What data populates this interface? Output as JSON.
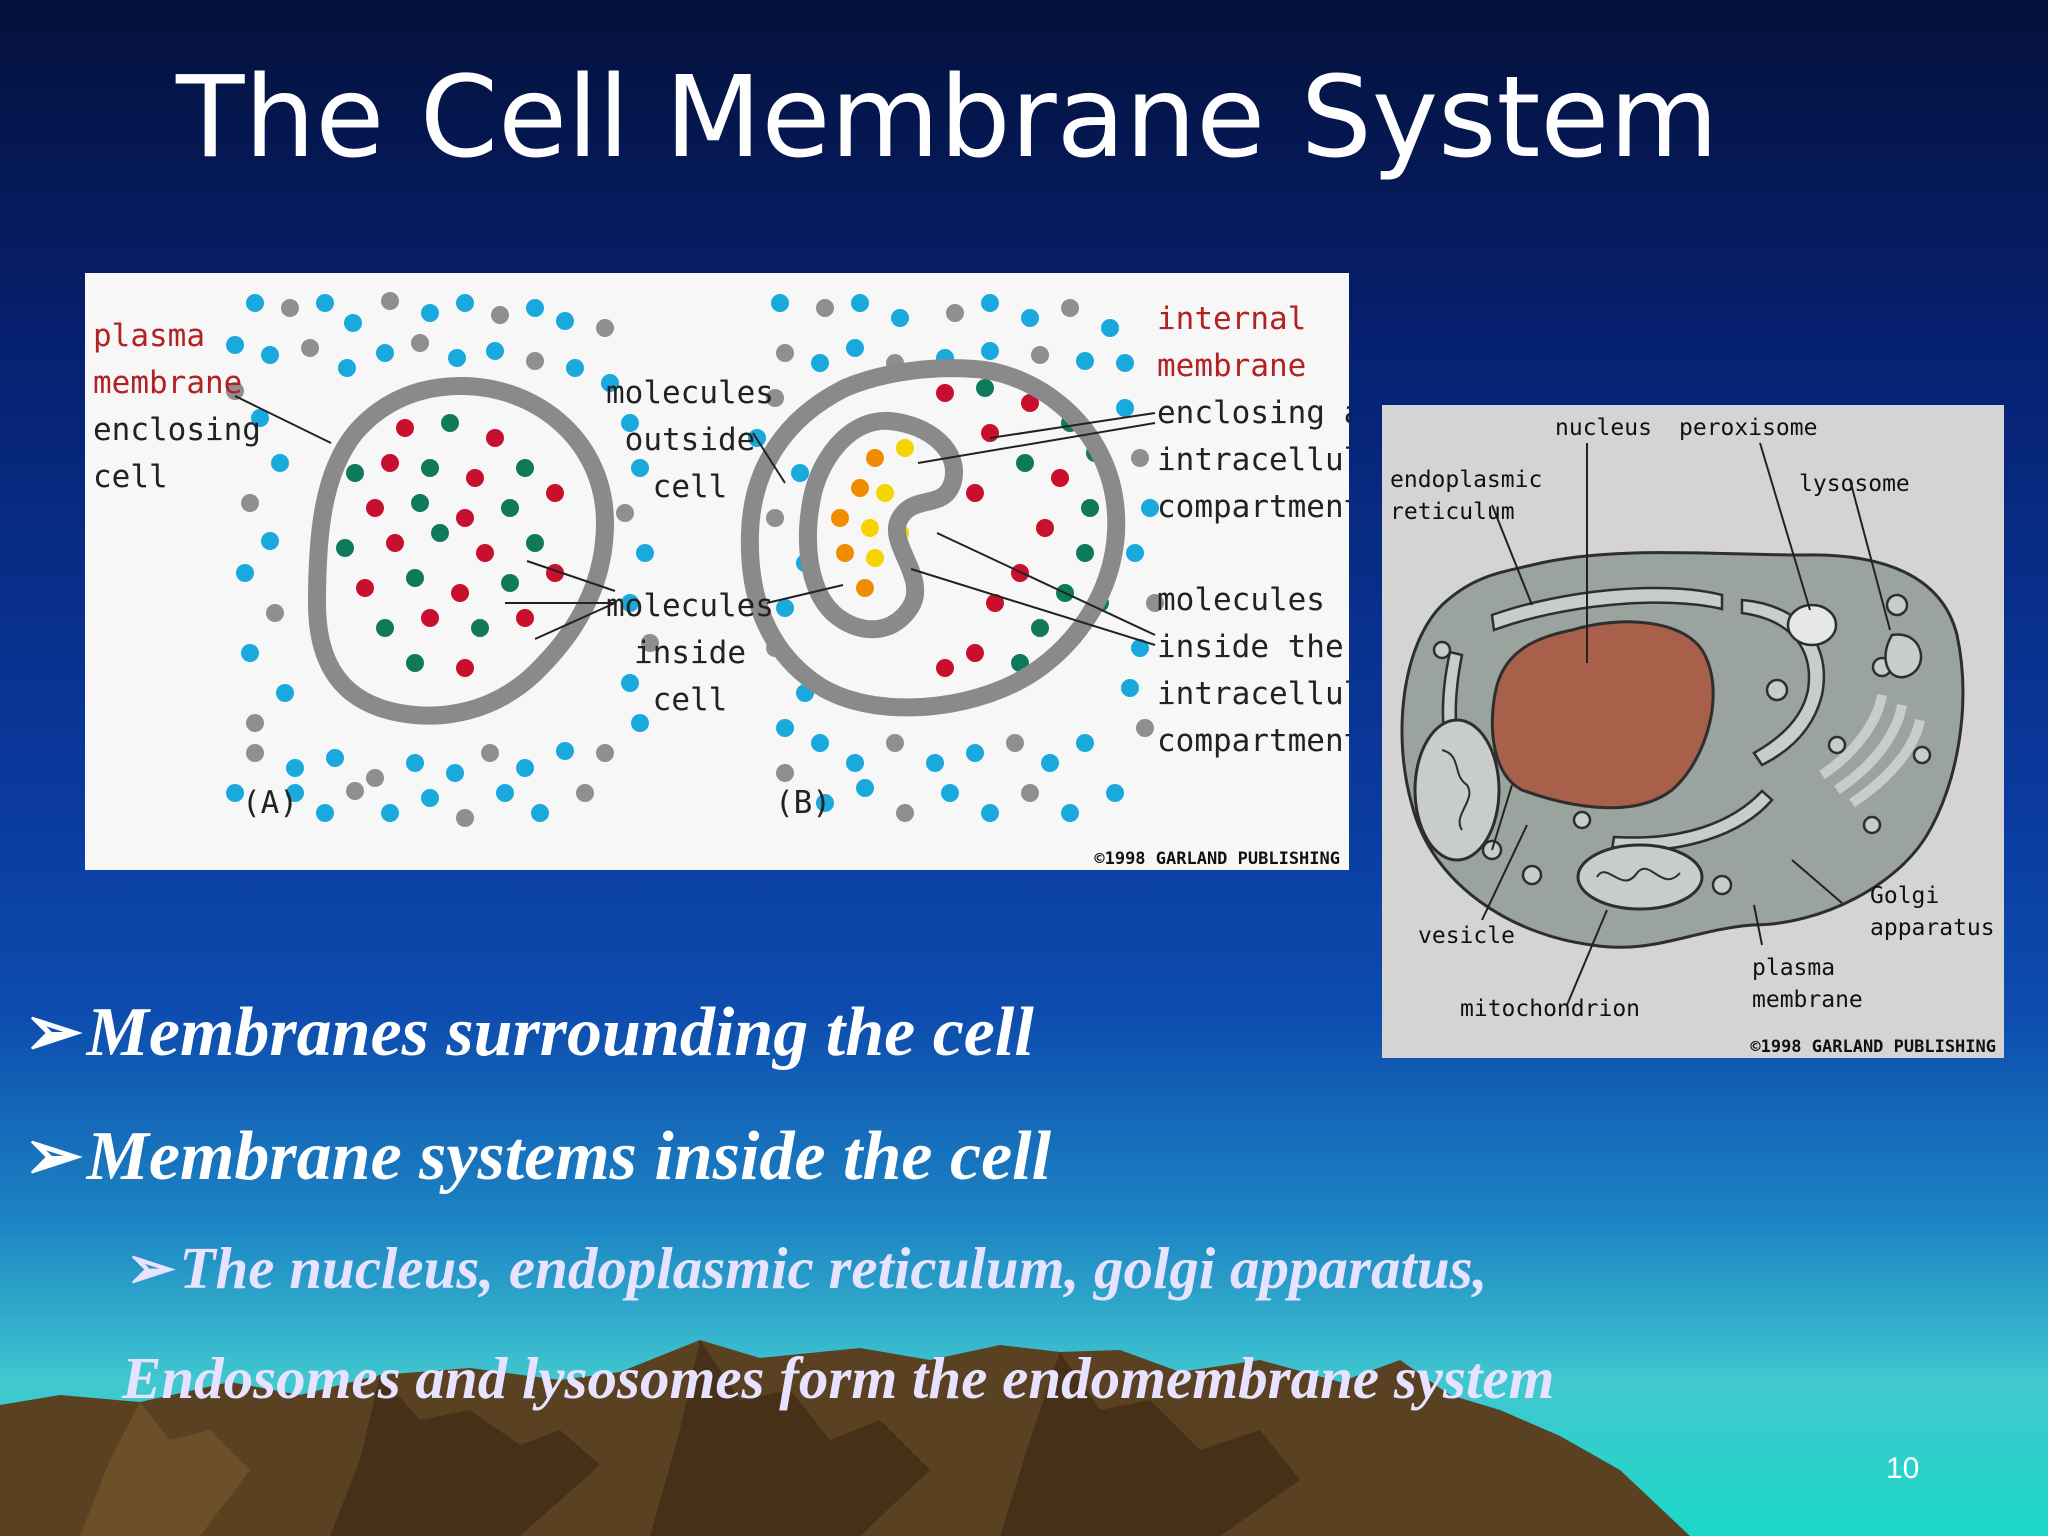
{
  "slide": {
    "title": "The Cell Membrane System",
    "page_number": "10",
    "colors": {
      "title": "#ffffff",
      "bullet": "#ffffff",
      "sub_bullet": "#e6e2ff",
      "label_red": "#b22222"
    }
  },
  "figure_a": {
    "panel_a_letter": "(A)",
    "panel_b_letter": "(B)",
    "plasma_label_red": [
      "plasma",
      "membrane"
    ],
    "plasma_label_black": [
      "enclosing",
      "cell"
    ],
    "outside_label": [
      "molecules",
      "outside",
      "cell"
    ],
    "inside_label": [
      "molecules",
      "inside",
      "cell"
    ],
    "internal_label_red": [
      "internal",
      "membrane"
    ],
    "internal_label_black": [
      "enclosing an",
      "intracellular",
      "compartment"
    ],
    "compartment_label": [
      "molecules",
      "inside the",
      "intracellular",
      "compartment"
    ],
    "copyright": "©1998 GARLAND PUBLISHING",
    "molecule_colors": {
      "outside_blue": "#19a9dc",
      "outside_gray": "#8f8f8f",
      "inside_red": "#c8102e",
      "inside_green": "#0f7a5a",
      "compartment_orange": "#f08c00",
      "compartment_yellow": "#f5d400"
    }
  },
  "figure_b": {
    "labels": {
      "nucleus": "nucleus",
      "peroxisome": "peroxisome",
      "lysosome": "lysosome",
      "er": [
        "endoplasmic",
        "reticulum"
      ],
      "vesicle": "vesicle",
      "mitochondrion": "mitochondrion",
      "plasma": [
        "plasma",
        "membrane"
      ],
      "golgi": [
        "Golgi",
        "apparatus"
      ]
    },
    "copyright": "©1998 GARLAND PUBLISHING",
    "colors": {
      "nucleus": "#a8604a",
      "cytoplasm": "#9aa39e"
    }
  },
  "bullets": [
    {
      "marker": "➢",
      "text": "Membranes surrounding the cell"
    },
    {
      "marker": "➢",
      "text": "Membrane systems inside the cell"
    }
  ],
  "sub_bullet": {
    "marker": "➢",
    "text": "The nucleus, endoplasmic reticulum, golgi apparatus,",
    "continuation": "Endosomes  and lysosomes form the endomembrane system"
  }
}
